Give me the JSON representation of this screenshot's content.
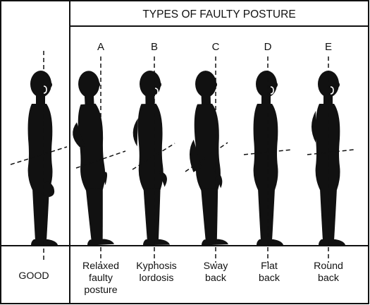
{
  "title": "TYPES OF FAULTY POSTURE",
  "figures": [
    {
      "id": "good",
      "letter": "",
      "caption": [
        "GOOD"
      ]
    },
    {
      "id": "a",
      "letter": "A",
      "caption": [
        "Relaxed",
        "faulty",
        "posture"
      ]
    },
    {
      "id": "b",
      "letter": "B",
      "caption": [
        "Kyphosis",
        "lordosis"
      ]
    },
    {
      "id": "c",
      "letter": "C",
      "caption": [
        "Sway",
        "back"
      ]
    },
    {
      "id": "d",
      "letter": "D",
      "caption": [
        "Flat",
        "back"
      ]
    },
    {
      "id": "e",
      "letter": "E",
      "caption": [
        "Round",
        "back"
      ]
    }
  ]
}
